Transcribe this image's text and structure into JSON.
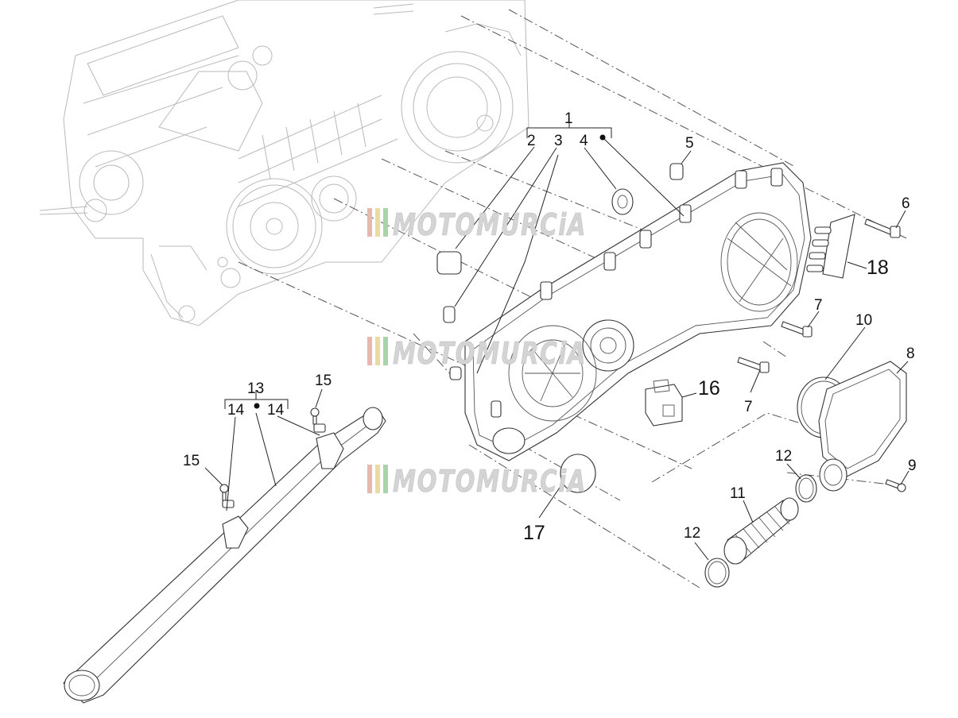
{
  "watermark": {
    "text": "MOTOMURCiA",
    "stripe_colors": [
      "#e8b7b0",
      "#eadba0",
      "#a9d3a8"
    ]
  },
  "callouts": {
    "c1": "1",
    "c2": "2",
    "c3": "3",
    "c4": "4",
    "c5": "5",
    "c6": "6",
    "c7a": "7",
    "c7b": "7",
    "c8": "8",
    "c9": "9",
    "c10": "10",
    "c11": "11",
    "c12a": "12",
    "c12b": "12",
    "c13": "13",
    "c14a": "14",
    "c14b": "14",
    "c15a": "15",
    "c15b": "15",
    "c16": "16",
    "c17": "17",
    "c18": "18"
  }
}
